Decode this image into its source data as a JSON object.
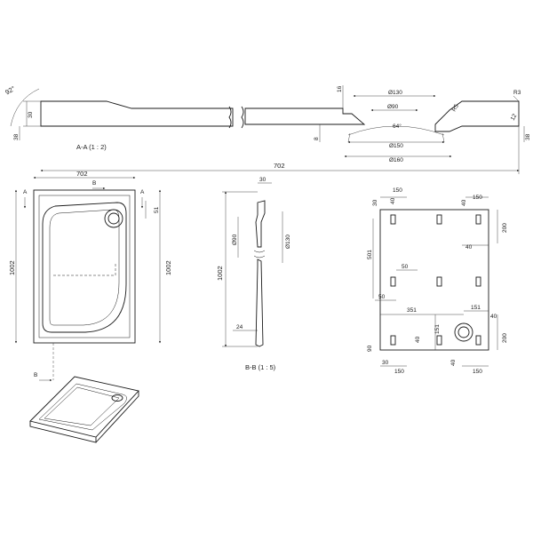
{
  "section_aa": {
    "title": "A-A  (1 : 2)",
    "angle_left": "92°",
    "d30": "30",
    "d38_left": "38",
    "d16": "16",
    "d8": "8",
    "dia130": "Ø130",
    "dia90": "Ø90",
    "angle_mid": "64°",
    "dia150": "Ø150",
    "dia160": "Ø160",
    "r3": "R3",
    "r15": "R5",
    "a12": "12",
    "d38_right": "38"
  },
  "plan_view": {
    "width_top": "702",
    "width_overall": "702",
    "height_left": "1002",
    "height_right": "1002",
    "d51": "51",
    "marker_a_top": "A",
    "marker_a_bottom": "A",
    "marker_b_top": "B",
    "marker_b_bottom": "B"
  },
  "section_bb": {
    "title": "B-B  (1 : 5)",
    "d30": "30",
    "dia90": "Ø90",
    "dia130": "Ø130",
    "height": "1002",
    "d24": "24"
  },
  "bottom_view": {
    "top_left_150": "150",
    "top_right_150": "150",
    "left_30": "30",
    "top_40a": "40",
    "top_40b": "40",
    "right_200_top": "200",
    "right_40": "40",
    "left_501": "501",
    "mid_50a": "50",
    "mid_50b": "50",
    "mid_351": "351",
    "mid_151_right": "151",
    "mid_151_vert": "151",
    "right_40_lower": "40",
    "bottom_40a": "40",
    "bottom_40b": "40",
    "right_200_bottom": "200",
    "bottom_left_90": "90",
    "bottom_left_30": "30",
    "bottom_150_left": "150",
    "bottom_150_right": "150"
  }
}
